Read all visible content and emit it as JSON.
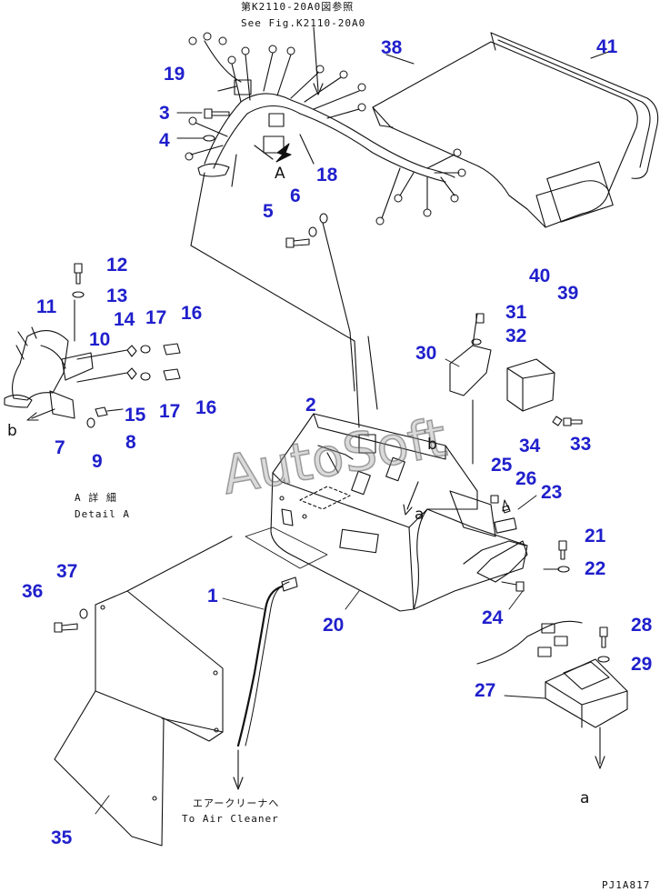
{
  "figure": {
    "ref_note_jp": "第K2110-20A0図参照",
    "ref_note_en": "See Fig.K2110-20A0",
    "detail_jp": "A 詳 細",
    "detail_en": "Detail A",
    "air_cleaner_jp": "エアークリーナへ",
    "air_cleaner_en": "To Air Cleaner",
    "code": "PJ1A817",
    "watermark": "AutoSoft"
  },
  "view_letters": [
    "A",
    "a",
    "a",
    "b",
    "b"
  ],
  "callouts": [
    "1",
    "2",
    "3",
    "4",
    "5",
    "6",
    "7",
    "8",
    "9",
    "10",
    "11",
    "12",
    "13",
    "14",
    "15",
    "16",
    "16",
    "17",
    "17",
    "18",
    "19",
    "20",
    "21",
    "22",
    "23",
    "24",
    "25",
    "26",
    "27",
    "28",
    "29",
    "30",
    "31",
    "32",
    "33",
    "34",
    "35",
    "36",
    "37",
    "38",
    "39",
    "40",
    "41"
  ]
}
